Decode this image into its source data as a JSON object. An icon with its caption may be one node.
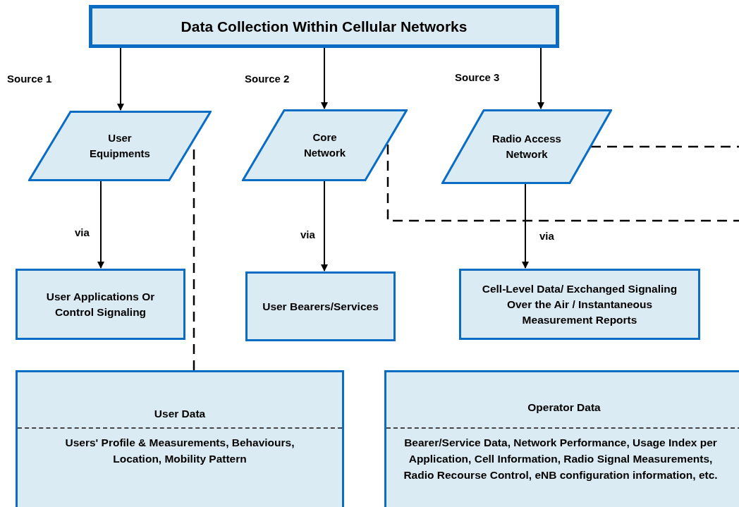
{
  "diagram": {
    "nodes": [
      {
        "text": [
          "Data Collection Within Cellular Networks"
        ]
      },
      {
        "text": [
          "User Equipments"
        ]
      },
      {
        "text": [
          "Core Network"
        ]
      },
      {
        "text": [
          "Radio Access Network"
        ]
      },
      {
        "text": [
          "User Applications Or Control Signaling"
        ]
      },
      {
        "text": [
          "User Bearers/Services"
        ]
      },
      {
        "text": [
          "Cell-Level Data/ Exchanged Signaling Over the Air / Instantaneous Measurement Reports"
        ]
      },
      {
        "text": [
          "User Data",
          "Users' Profile & Measurements, Behaviours, Location, Mobility Pattern"
        ]
      },
      {
        "text": [
          "Operator Data",
          "Bearer/Service Data, Network Performance, Usage Index per Application, Cell Information,  Radio Signal Measurements, Radio Recourse Control, eNB configuration information, etc."
        ]
      }
    ],
    "edges": [
      {
        "from": 0,
        "to": 1,
        "arrow": "to"
      },
      {
        "from": 0,
        "to": 2,
        "arrow": "to"
      },
      {
        "from": 0,
        "to": 3,
        "arrow": "to"
      },
      {
        "from": 1,
        "to": 4,
        "arrow": "to",
        "label": "via"
      },
      {
        "from": 2,
        "to": 5,
        "arrow": "to",
        "label": "via"
      },
      {
        "from": 3,
        "to": 6,
        "arrow": "to",
        "label": "via"
      },
      {
        "from": 1,
        "to": 7,
        "arrow": "none",
        "style": "dashed"
      },
      {
        "from": 2,
        "to": null,
        "arrow": "none",
        "style": "dashed"
      },
      {
        "from": 3,
        "to": null,
        "arrow": "none",
        "style": "dashed"
      }
    ],
    "labels": [
      "Source 1",
      "Source 2",
      "Source 3"
    ]
  }
}
